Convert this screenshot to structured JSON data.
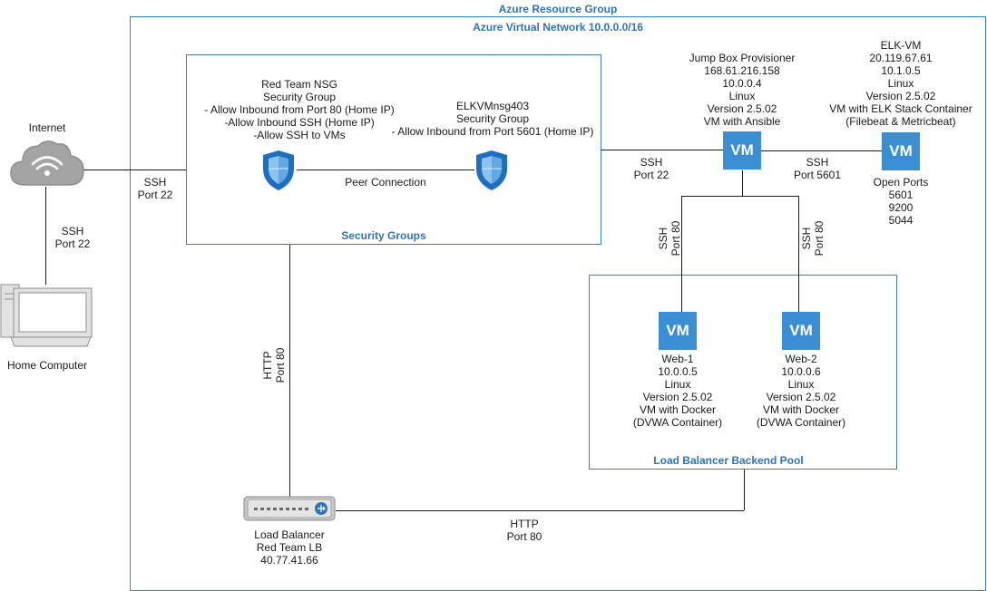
{
  "resource_group": {
    "title": "Azure Resource Group"
  },
  "vnet": {
    "title": "Azure Virtual Network 10.0.0.0/16"
  },
  "security_groups": {
    "title": "Security Groups",
    "red_nsg": [
      "Red Team NSG",
      "Security Group",
      "- Allow Inbound from Port 80 (Home IP)",
      "-Allow Inbound SSH (Home IP)",
      "-Allow SSH to VMs"
    ],
    "elk_nsg": [
      "ELKVMnsg403",
      "Security Group",
      "- Allow Inbound from Port 5601 (Home IP)"
    ],
    "peer_label": "Peer Connection"
  },
  "internet": {
    "label": "Internet"
  },
  "home_computer": {
    "label": "Home Computer"
  },
  "jump_box": {
    "vm_label": "VM",
    "info": [
      "Jump Box Provisioner",
      "168.61.216.158",
      "10.0.0.4",
      "Linux",
      "Version 2.5.02",
      "VM with Ansible"
    ]
  },
  "elk_vm": {
    "vm_label": "VM",
    "info": [
      "ELK-VM",
      "20.119.67.61",
      "10.1.0.5",
      "Linux",
      "Version 2.5.02",
      "VM with ELK Stack Container",
      "(Filebeat & Metricbeat)"
    ],
    "ports": [
      "Open Ports",
      "5601",
      "9200",
      "5044"
    ]
  },
  "web1": {
    "vm_label": "VM",
    "info": [
      "Web-1",
      "10.0.0.5",
      "Linux",
      "Version 2.5.02",
      "VM with Docker",
      "(DVWA Container)"
    ]
  },
  "web2": {
    "vm_label": "VM",
    "info": [
      "Web-2",
      "10.0.0.6",
      "Linux",
      "Version 2.5.02",
      "VM with Docker",
      "(DVWA Container)"
    ]
  },
  "backend_pool": {
    "title": "Load Balancer Backend Pool"
  },
  "load_balancer": {
    "info": [
      "Load Balancer",
      "Red Team LB",
      "40.77.41.66"
    ]
  },
  "connections": {
    "internet_home": [
      "SSH",
      "Port 22"
    ],
    "internet_nsg": [
      "SSH",
      "Port 22"
    ],
    "nsg_jumpbox": [
      "SSH",
      "Port 22"
    ],
    "jumpbox_elk": [
      "SSH",
      "Port 5601"
    ],
    "jumpbox_web1": [
      "SSH",
      "Port 80"
    ],
    "jumpbox_web2": [
      "SSH",
      "Port 80"
    ],
    "nsg_lb": [
      "HTTP",
      "Port 80"
    ],
    "lb_pool": [
      "HTTP",
      "Port 80"
    ]
  },
  "colors": {
    "accent": "#2f74b5",
    "vm_fill": "#3a8fd4",
    "shield": "#1e6fc2"
  }
}
